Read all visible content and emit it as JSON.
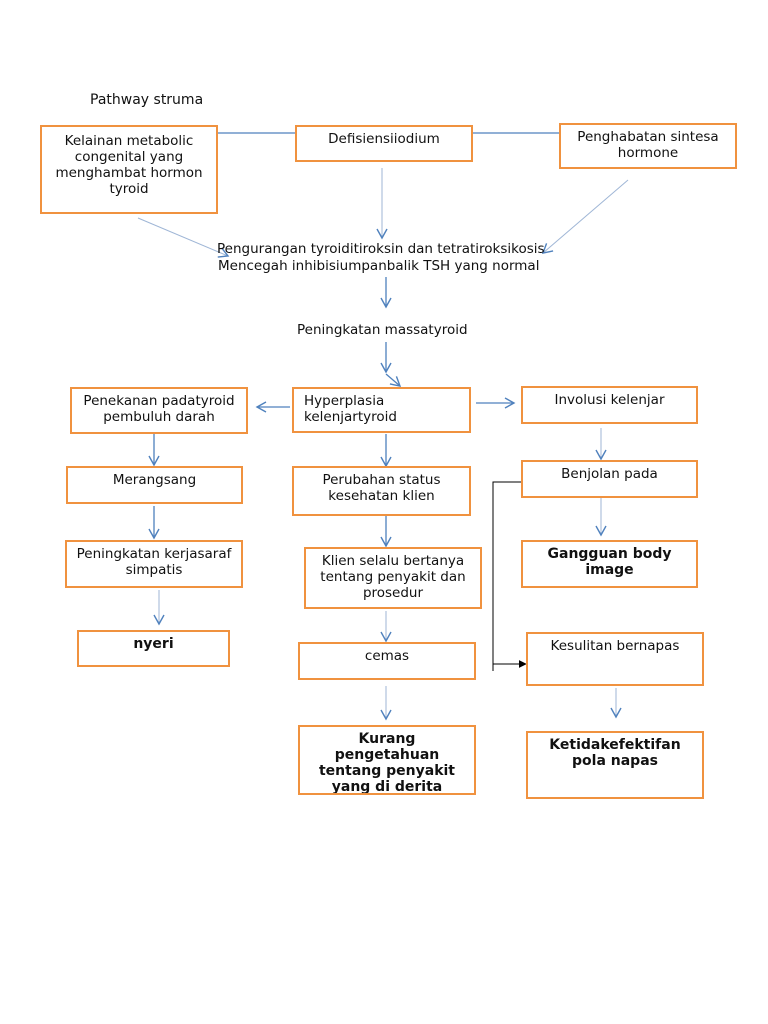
{
  "title": "Pathway struma",
  "nodes": {
    "kelainan": "Kelainan metabolic congenital yang menghambat hormon tyroid",
    "defisiensi": "Defisiensiiodium",
    "penghambatan": "Penghabatan sintesa hormone",
    "pengurangan_1": "Pengurangan tyroiditiroksin dan tetratiroksikosis",
    "pengurangan_2": "Mencegah inhibisiumpanbalik TSH yang normal",
    "peningkatan_massa": "Peningkatan massatyroid",
    "penekanan": "Penekanan padatyroid pembuluh darah",
    "hyperplasia": "Hyperplasia kelenjartyroid",
    "involusi": "Involusi kelenjar",
    "merangsang": "Merangsang",
    "perubahan": "Perubahan status kesehatan klien",
    "benjolan": "Benjolan pada",
    "peningkatan_saraf": "Peningkatan kerjasaraf simpatis",
    "klien": "Klien selalu bertanya tentang penyakit dan prosedur",
    "gangguan": "Gangguan body image",
    "nyeri": "nyeri",
    "cemas": "cemas",
    "kesulitan": "Kesulitan bernapas",
    "kurang": "Kurang pengetahuan tentang penyakit yang di derita",
    "ketidakefektifan": "Ketidakefektifan pola napas"
  },
  "colors": {
    "box_border": "#f0923f",
    "arrow": "#4f81bd",
    "connector_black": "#000000"
  }
}
